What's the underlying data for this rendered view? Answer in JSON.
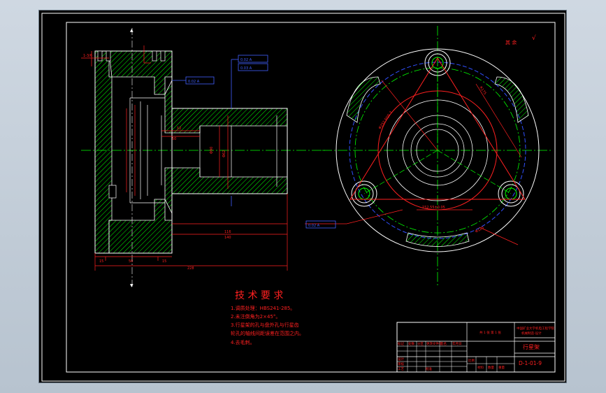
{
  "drawing": {
    "tech_title": "技 术 要 求",
    "tech_notes": [
      "1.调质处理：HBS241-285。",
      "2.未注倒角为2×45°。",
      "3.行星架的孔与盘外孔与行星齿",
      "  轮孔的轴线间距误差在范围之内。",
      "4.去毛刺。"
    ],
    "surface_mark": "其 余",
    "title_block": {
      "school": "中国矿业大学机电工程学院",
      "dept": "机械制造-设计",
      "part_name": "行星架",
      "drawing_no": "D-1-01-9",
      "scale_label": "比例",
      "material_label": "材料",
      "qty_label": "数量",
      "weight_label": "重量",
      "small_note": "共 1 张 第 1 张",
      "row_labels": [
        "标记",
        "处数",
        "分区",
        "更改文件号",
        "签名",
        "年月日"
      ],
      "design_label": "设计",
      "check_label": "审核",
      "craft_label": "工艺",
      "approve_label": "批准"
    },
    "dims": {
      "d_top_left": "1-3/6",
      "d_bottom_total": "228",
      "d_bottom_a": "15",
      "d_bottom_b": "50",
      "d_bottom_c": "15",
      "d_mid_1": "116",
      "d_mid_2": "140",
      "d_len_12": "12",
      "d_len_50": "50",
      "tol_1": "0.02 A",
      "tol_2": "0.03 A",
      "tol_3": "0.02 A",
      "d_pcd": "Φ252 EQS 3",
      "d_rad": "R175",
      "d_pitch": "152.55±0.05",
      "d_dia": "Φ120",
      "d_bore": "Φ90",
      "d_hole": "Φ62"
    }
  }
}
